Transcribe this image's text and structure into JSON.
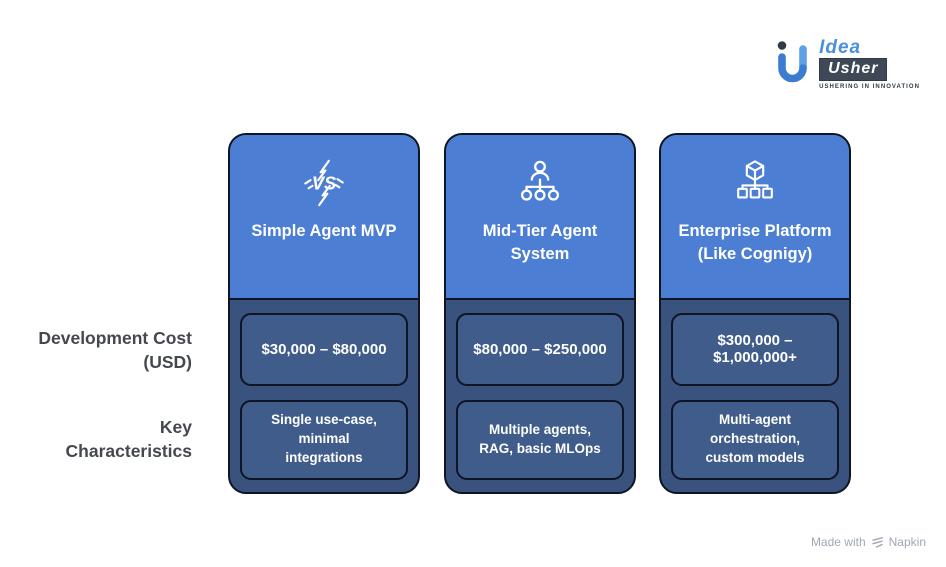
{
  "logo": {
    "brand_top": "Idea",
    "brand_bottom": "Usher",
    "tagline": "USHERING IN INNOVATION",
    "colors": {
      "blue": "#4b90dc",
      "dark_box": "#3e4857",
      "dot": "#2f3b4a"
    }
  },
  "table": {
    "row_labels": [
      {
        "label": "Development Cost (USD)"
      },
      {
        "label": "Key Characteristics"
      }
    ],
    "columns": [
      {
        "title": "Simple Agent MVP",
        "icon": "vs-spark-icon",
        "cost": "$30,000 – $80,000",
        "characteristics": "Single use-case, minimal integrations"
      },
      {
        "title": "Mid-Tier Agent System",
        "icon": "org-chart-person-icon",
        "cost": "$80,000 – $250,000",
        "characteristics": "Multiple agents, RAG, basic MLOps"
      },
      {
        "title": "Enterprise Platform (Like Cognigy)",
        "icon": "cube-hierarchy-icon",
        "cost": "$300,000 – $1,000,000+",
        "characteristics": "Multi-agent orchestration, custom models"
      }
    ],
    "colors": {
      "header_blue": "#4c7fd4",
      "card_body": "#3a527e",
      "cell": "#3f5c8a",
      "border": "#0e1524",
      "row_label_text": "#45484f"
    }
  },
  "footer": {
    "made_with": "Made with",
    "brand": "Napkin"
  }
}
